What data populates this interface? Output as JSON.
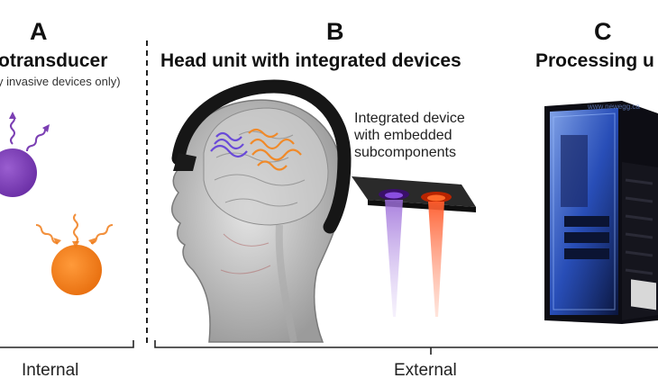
{
  "panels": {
    "a": {
      "letter": "A",
      "title": "otransducer",
      "subtitle": "y invasive devices only)"
    },
    "b": {
      "letter": "B",
      "title": "Head unit with integrated devices",
      "device_caption": "Integrated device\nwith embedded\nsubcomponents"
    },
    "c": {
      "letter": "C",
      "title": "Processing u"
    }
  },
  "bottom_labels": {
    "internal": "Internal",
    "external": "External"
  },
  "colors": {
    "purple": "#7b3fb3",
    "orange": "#f07d1a",
    "purple_beam": "#b48ee0",
    "orange_beam": "#f36a3a",
    "device_dark": "#1c1c1c",
    "tower_dark": "#0d0d14",
    "tower_glow": "#4a7bff"
  },
  "watermark": "www.newegg.ca"
}
